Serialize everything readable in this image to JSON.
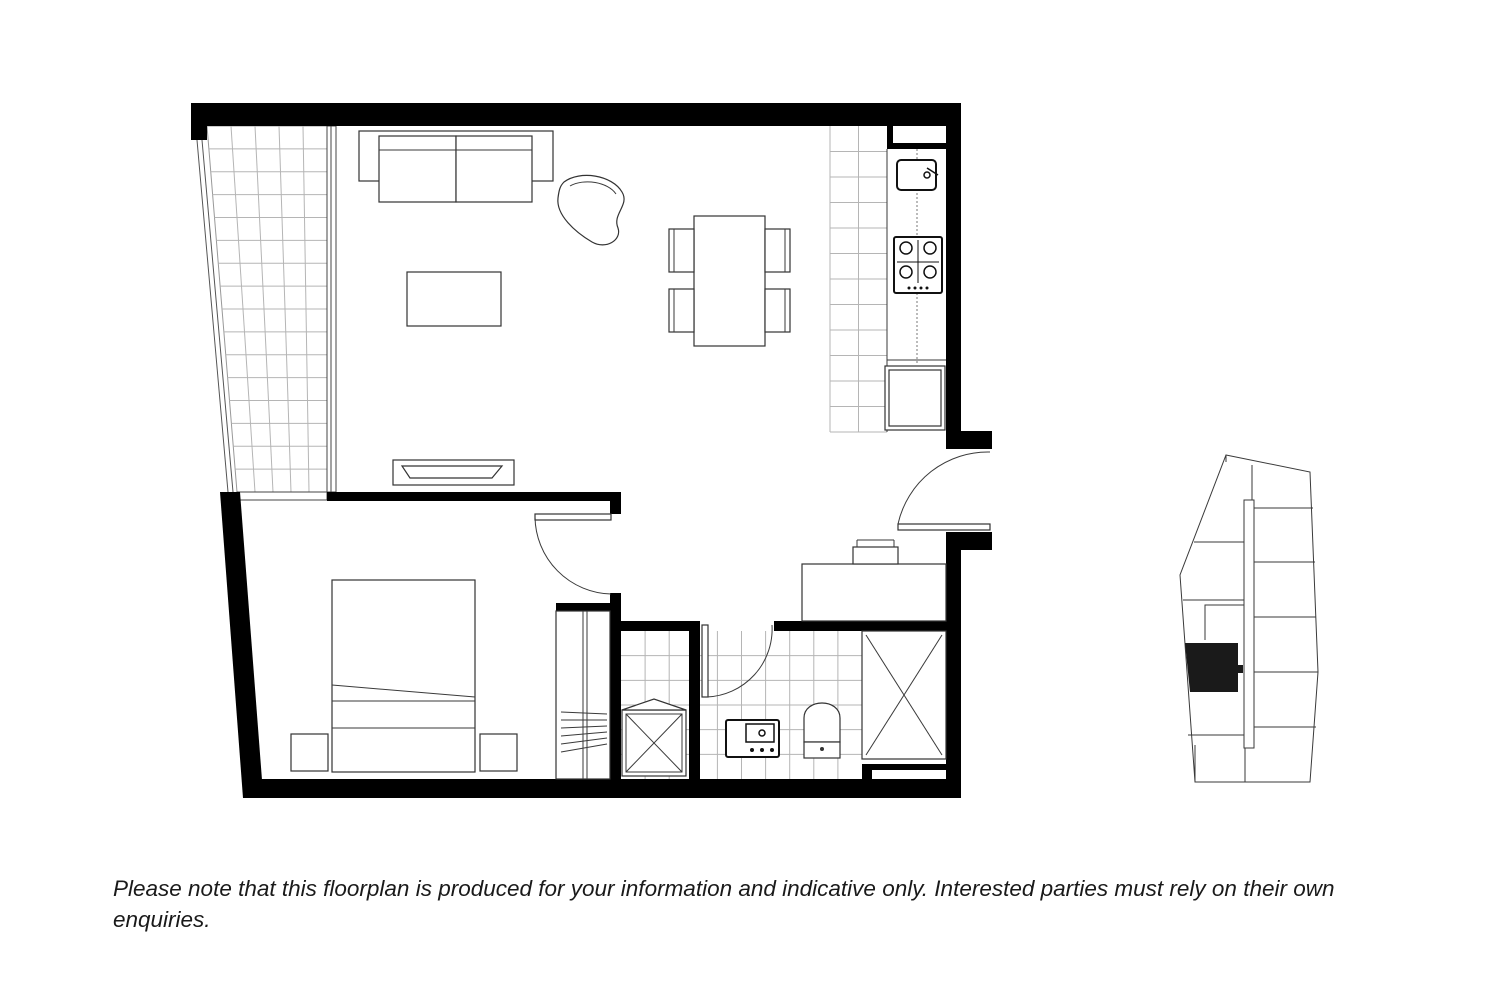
{
  "disclaimer": "Please note that this floorplan is produced for your information and indicative only. Interested parties must rely on their own enquiries.",
  "colors": {
    "wall": "#000000",
    "line": "#333333",
    "tile_grid": "#b5b5b5",
    "highlight": "#1a1a1a",
    "background": "#ffffff"
  },
  "tiles": {
    "balcony": {
      "cols": 5,
      "rows": 16
    },
    "kitchen": {
      "cols": 2,
      "rows": 12
    },
    "bathroom": {
      "cols": 10,
      "rows": 6
    }
  },
  "keyplan": {
    "highlighted_unit": "current apartment"
  }
}
